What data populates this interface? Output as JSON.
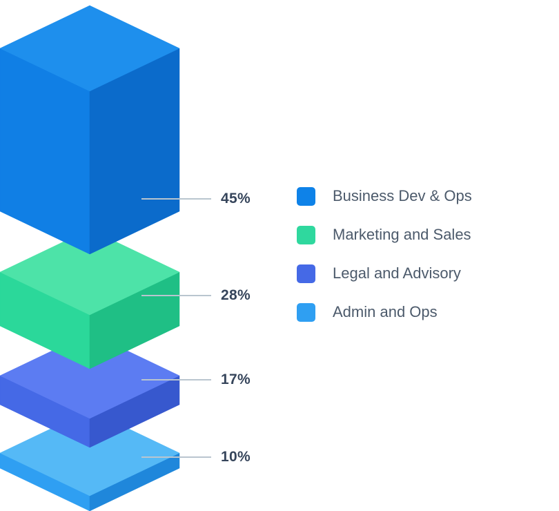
{
  "chart_data": {
    "type": "bar",
    "variant": "isometric-stacked-3d",
    "title": "",
    "unit": "%",
    "total": 100,
    "categories": [
      "Business Dev & Ops",
      "Marketing and Sales",
      "Legal and Advisory",
      "Admin and Ops"
    ],
    "values": [
      45,
      28,
      17,
      10
    ],
    "segments": [
      {
        "label": "Business Dev & Ops",
        "value": 45,
        "percent_label": "45%",
        "colors": {
          "top": "#1E8FED",
          "left": "#107FE5",
          "right": "#0B6BCB",
          "legend": "#0E82E8"
        }
      },
      {
        "label": "Marketing and Sales",
        "value": 28,
        "percent_label": "28%",
        "colors": {
          "top": "#4DE3A8",
          "left": "#2BD89A",
          "right": "#1FBF85",
          "legend": "#2FD89E"
        }
      },
      {
        "label": "Legal and Advisory",
        "value": 17,
        "percent_label": "17%",
        "colors": {
          "top": "#5C7CF2",
          "left": "#4569E6",
          "right": "#3758CE",
          "legend": "#4569E6"
        }
      },
      {
        "label": "Admin and Ops",
        "value": 10,
        "percent_label": "10%",
        "colors": {
          "top": "#55B9F6",
          "left": "#2F9FF2",
          "right": "#1F87DB",
          "legend": "#2F9FF2"
        }
      }
    ],
    "legend_position": "right",
    "grid": false,
    "callout_line_color": "#B9C5CF",
    "percent_label_color": "#36455B",
    "legend_text_color": "#4C5A6B",
    "background": "#FFFFFF"
  }
}
